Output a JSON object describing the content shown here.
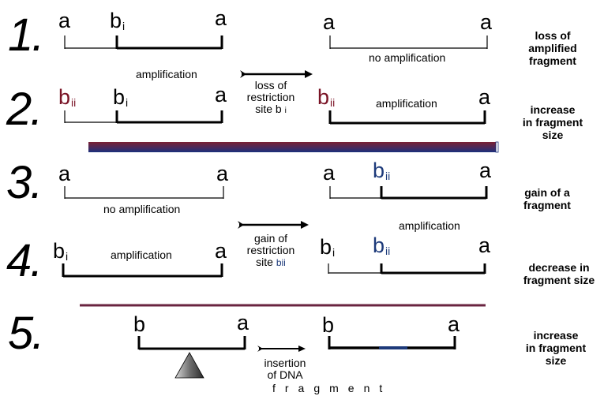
{
  "colors": {
    "dark_red": "#7a1426",
    "dark_blue": "#1d3a7a",
    "gradient_blue": "#1a2f7c",
    "gradient_red": "#7a2034"
  },
  "rows": {
    "r1": {
      "number": "1.",
      "left": {
        "a1": "a",
        "b": "b",
        "b_sub": "i",
        "a2": "a"
      },
      "right": {
        "a1": "a",
        "a2": "a",
        "label": "no amplification"
      },
      "outcome": "loss of\namplified\nfragment"
    },
    "r2": {
      "number": "2.",
      "left": {
        "b_ii": "b",
        "b_ii_sub": "ii",
        "b_i": "b",
        "b_i_sub": "i",
        "a": "a",
        "label": "amplification"
      },
      "right": {
        "b": "b",
        "b_sub": "ii",
        "a": "a",
        "label": "amplification"
      },
      "outcome": "increase\nin fragment\nsize"
    },
    "r3": {
      "number": "3.",
      "left": {
        "a1": "a",
        "a2": "a",
        "label": "no amplification"
      },
      "right": {
        "a1": "a",
        "b": "b",
        "b_sub": "ii",
        "a2": "a",
        "label": "amplification"
      },
      "outcome": "gain of a\nfragment"
    },
    "r4": {
      "number": "4.",
      "left": {
        "b": "b",
        "b_sub": "i",
        "a": "a",
        "label": "amplification"
      },
      "right": {
        "b_i": "b",
        "b_i_sub": "i",
        "b_ii": "b",
        "b_ii_sub": "ii",
        "a": "a"
      },
      "outcome": "decrease in\nfragment size"
    },
    "r5": {
      "number": "5.",
      "left": {
        "b": "b",
        "a": "a"
      },
      "right": {
        "b": "b",
        "a": "a"
      },
      "outcome": "increase\nin fragment\nsize"
    }
  },
  "arrows": {
    "loss": {
      "line1": "loss of",
      "line2": "restriction",
      "line3": "site b",
      "line3_sub": "i"
    },
    "gain": {
      "line1": "gain of",
      "line2": "restriction",
      "line3": "site",
      "line3_sub": "bii"
    },
    "insertion": {
      "line1": "insertion",
      "line2": "of DNA",
      "line3": "fragment"
    }
  }
}
